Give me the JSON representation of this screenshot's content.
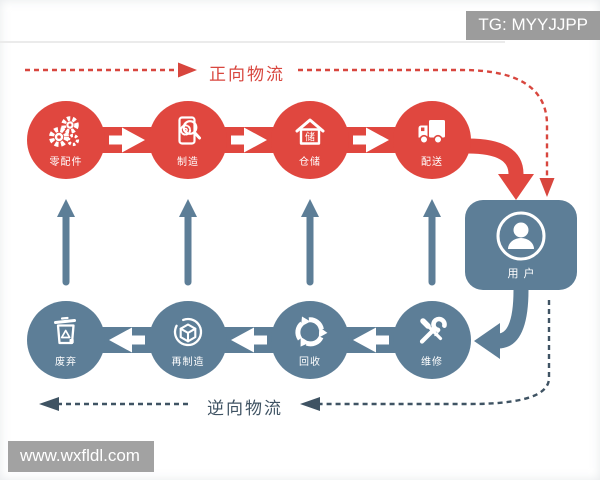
{
  "watermarks": {
    "top": "TG: MYYJJPP",
    "bottom": "www.wxfldl.com"
  },
  "flows": {
    "forward_label": "正向物流",
    "reverse_label": "逆向物流"
  },
  "forward_nodes": [
    {
      "label": "零配件",
      "icon": "gears-icon"
    },
    {
      "label": "制造",
      "icon": "manufacture-icon"
    },
    {
      "label": "仓储",
      "icon": "warehouse-icon",
      "house_char": "储"
    },
    {
      "label": "配送",
      "icon": "truck-icon"
    }
  ],
  "user_node": {
    "label": "用户",
    "icon": "user-icon"
  },
  "reverse_nodes": [
    {
      "label": "废弃",
      "icon": "trash-icon"
    },
    {
      "label": "再制造",
      "icon": "remanufacture-icon"
    },
    {
      "label": "回收",
      "icon": "recycle-icon"
    },
    {
      "label": "维修",
      "icon": "repair-icon"
    }
  ],
  "colors": {
    "forward_red": "#e0473f",
    "reverse_blue": "#5d7e97",
    "dashed_forward": "#d8463e",
    "dashed_reverse": "#3f5363",
    "watermark_gray": "#9c9c9c"
  }
}
